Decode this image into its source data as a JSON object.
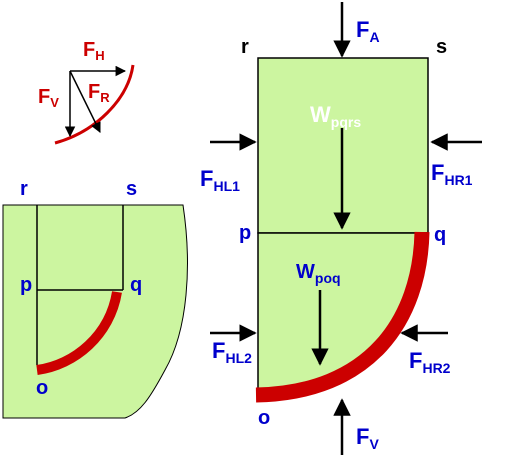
{
  "colors": {
    "fluid": "#ccf5a0",
    "gate": "#cc0000",
    "label_blue": "#0000cc",
    "label_red": "#cc0000",
    "line": "#000000"
  },
  "inset": {
    "fh": {
      "main": "F",
      "sub": "H"
    },
    "fv": {
      "main": "F",
      "sub": "V"
    },
    "fr": {
      "main": "F",
      "sub": "R"
    }
  },
  "left": {
    "r": "r",
    "s": "s",
    "p": "p",
    "q": "q",
    "o": "o"
  },
  "right": {
    "r": "r",
    "s": "s",
    "p": "p",
    "q": "q",
    "o": "o",
    "fa": {
      "main": "F",
      "sub": "A"
    },
    "fv": {
      "main": "F",
      "sub": "V"
    },
    "fhl1": {
      "main": "F",
      "sub": "HL1"
    },
    "fhr1": {
      "main": "F",
      "sub": "HR1"
    },
    "fhl2": {
      "main": "F",
      "sub": "HL2"
    },
    "fhr2": {
      "main": "F",
      "sub": "HR2"
    },
    "wpqrs": {
      "main": "W",
      "sub": "pqrs"
    },
    "wpoq": {
      "main": "W",
      "sub": "poq"
    }
  }
}
